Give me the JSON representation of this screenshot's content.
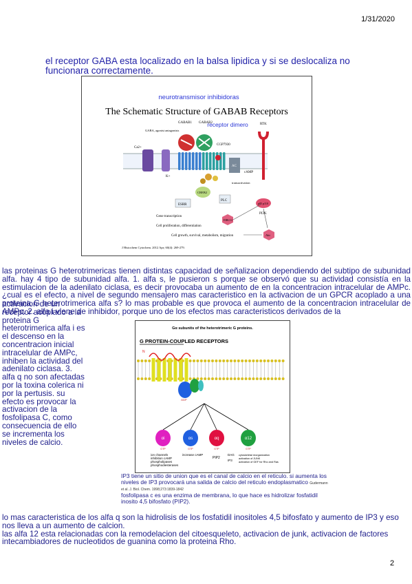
{
  "date": "1/31/2020",
  "page_number": "2",
  "heading": "el receptor GABA esta localizado en la balsa lipidica y si se deslocaliza no funcionara correctamente.",
  "figure1": {
    "annotation_top": "neurotransmisor inhibidoras",
    "title": "The Schematic Structure of GABAB Receptors",
    "annotation_bottom": "receptor dimero",
    "labels": {
      "gaba_b1": "GABAB1",
      "gaba_b2": "GABAB2",
      "agonist": "GABA, agonist antagonists",
      "ca": "Ca2+",
      "cgp": "CGP7930",
      "rtk": "RTK",
      "ac": "AC",
      "camp": "cAMP",
      "transactivation": "transactivation",
      "k": "K+",
      "creb": "CREB2",
      "esrr": "ESRR",
      "plc": "PLC",
      "gene": "Gene transcription",
      "prolif": "Cell proliferation, differentiation",
      "erk": "ERK1/2",
      "pi3k": "PI3K",
      "pdk": "p85 p110",
      "akt": "Akt",
      "growth": "Cell growth, survival, metabolism, migration"
    },
    "citation": "J Histochem Cytochem. 2012 Apr; 60(4): 269-279."
  },
  "paragraph1": "las proteinas G heterotrimericas tienen distintas capacidad de señalizacion dependiendo del subtipo de subunidad alfa. hay 4 tipo de subunidad alfa. 1. alfa s, le pusieron s porque se observó que su actividad consistía en la estimulacion de la adenilato ciclasa, es decir provocaba un aumento de en la concentracion intracelular de AMPc. ¿cual es el efecto, a nivel de segundo mensajero mas caracteristico en la activacion de un GPCR acoplado a una proteina G heterotrimerica alfa s? lo mas probable es que provoca el aumento de la concentracion intracelular de AMPc. 2. alfa i viene de inhibidor, porque uno de los efectos mas caracteristicos derivados de la",
  "side_column": "activacion de un receptor acoplado a la proteina G heterotrimerica alfa i es el descenso en la concentracion inicial intracelular de AMPc, inhiben la actividad del adenilato ciclasa. 3. alfa q no son afectadas por la toxina colerica ni por la pertusis. su efecto es provocar la activacion de la fosfolipasa C, como consecuencia de ello se incrementa los niveles de calcio.",
  "figure2": {
    "title": "Gα subunits of the heterotrimeric G proteins.",
    "header": "G PROTEIN-COUPLED RECEPTORS",
    "subunits": [
      "αs",
      "αi",
      "αq",
      "α12"
    ],
    "gdp": "GDP",
    "gtp": "GTP",
    "effects": {
      "i": "ion channels inhibition cAMP phospholipases phosphodiesterases",
      "s": "increase cAMP",
      "q_pip": "PIP2",
      "q_dag": "DAG",
      "q_ip": "IP3",
      "a12": "cytoskeletal reorganization activation of JUNK activation of GEF for Rho and Ras"
    }
  },
  "caption2": {
    "line1": "IP3 tiene un sitio de union que es el canal de calcio en el reticulo. si aumenta los niveles de IP3 provocará una salida de calcio del reticulo endoplasmatico",
    "citation": "Gudermann et al. J. Biol. Chem. 1998;273:1839-1842",
    "line2": "fosfolipasa c es una enzima de membrana, lo que hace es hidrolizar fosfatidil inosito 4,5 bifosfato (PIP2)."
  },
  "bottom": [
    "lo mas caracteristica de los alfa q son la hidrolisis de los fosfatidil inositoles 4,5 bifosfato y aumento de IP3 y eso nos lleva a un aumento de calcion.",
    "las alfa 12 esta relacionadas con la remodelacion del citoesqueleto, activacion de junk, activacion de factores intecambiadores de nucleotidos de guanina como la proteina Rho."
  ],
  "colors": {
    "text_blue": "#1d1d8a",
    "annotation_blue": "#2a36d6",
    "receptor_red": "#d02030",
    "receptor_green": "#2fa060",
    "membrane_blue": "#3a7fd0",
    "fig2_alpha_s": "#2060e0",
    "fig2_alpha_i": "#e020c0",
    "fig2_alpha_q": "#e01040",
    "fig2_alpha_12": "#20a040"
  }
}
